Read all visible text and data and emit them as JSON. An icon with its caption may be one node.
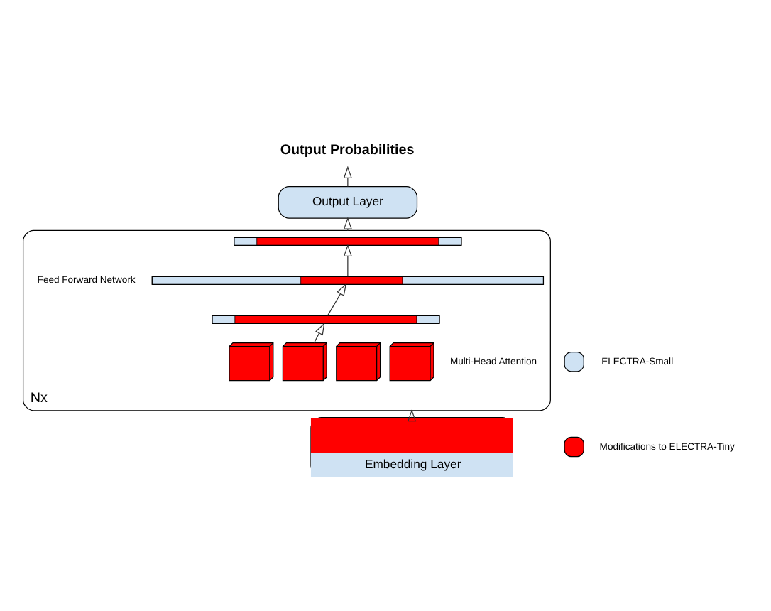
{
  "diagram": {
    "nodes": [
      {
        "text": [
          "Output Probabilities"
        ]
      },
      {
        "text": [
          "Output Layer"
        ]
      },
      {
        "text": [
          "Nx"
        ]
      },
      {
        "text": [],
        "shape": "bar",
        "in": 2
      },
      {
        "text": [],
        "shape": "bar",
        "in": 2
      },
      {
        "text": [],
        "shape": "bar",
        "in": 2
      },
      {
        "text": [],
        "shape": "box",
        "in": 2
      },
      {
        "text": [],
        "shape": "box",
        "in": 2
      },
      {
        "text": [],
        "shape": "box",
        "in": 2
      },
      {
        "text": [],
        "shape": "box",
        "in": 2
      },
      {
        "text": [
          "Embedding Layer"
        ]
      }
    ],
    "edges": [
      {
        "from": 10,
        "to": 2,
        "arrow": "to"
      },
      {
        "from": 7,
        "to": 5,
        "arrow": "to"
      },
      {
        "from": 5,
        "to": 4,
        "arrow": "to"
      },
      {
        "from": 4,
        "to": 3,
        "arrow": "to"
      },
      {
        "from": 2,
        "to": 1,
        "arrow": "to"
      },
      {
        "from": 1,
        "to": 0,
        "arrow": "to"
      }
    ],
    "labels": [
      "Feed Forward Network",
      "Multi-Head Attention"
    ],
    "legend": [
      {
        "text": "ELECTRA-Small",
        "color": "#cfe2f3"
      },
      {
        "text": "Modifications to ELECTRA-Tiny",
        "color": "#ff0000"
      }
    ]
  }
}
